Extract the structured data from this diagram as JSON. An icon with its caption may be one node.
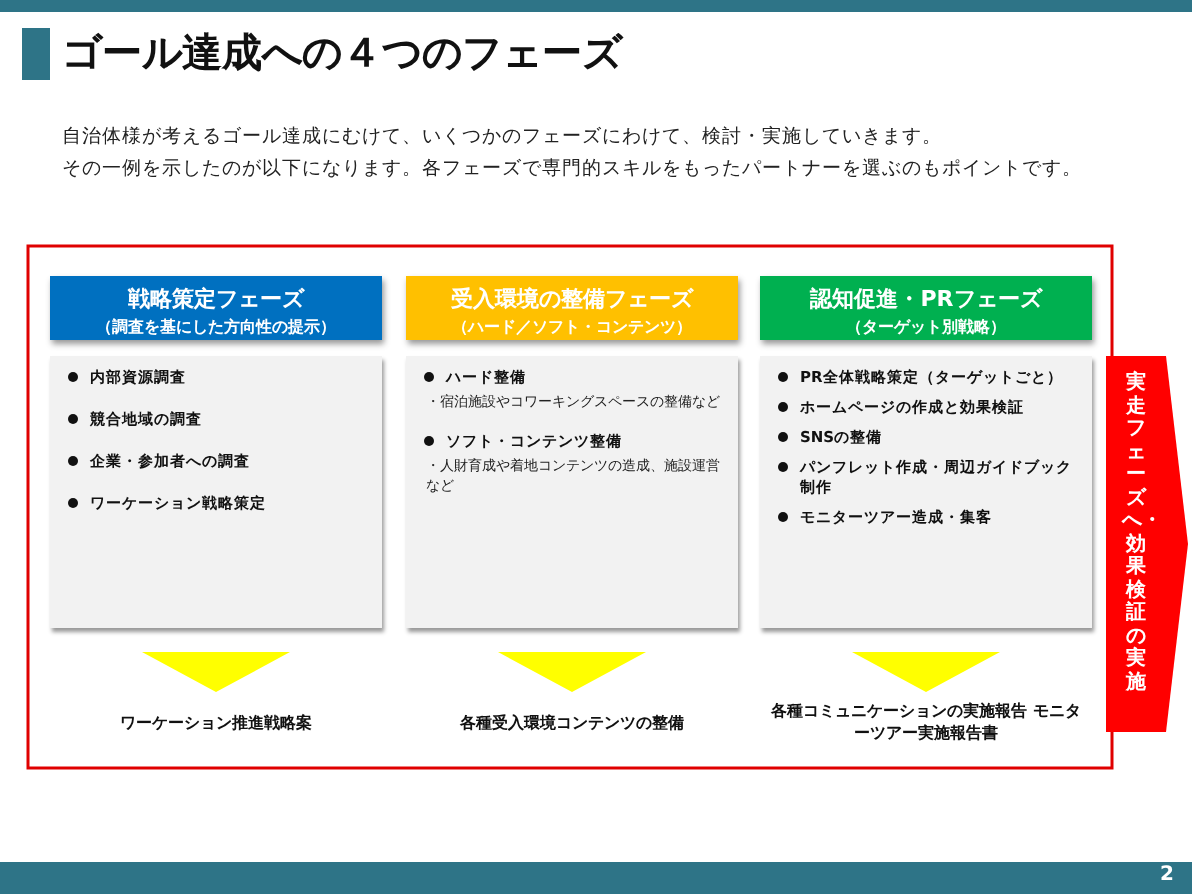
{
  "diagram": {
    "title": "ゴール達成への４つのフェーズ",
    "nodes": [
      {
        "text": [
          "戦略策定フェーズ",
          "（調査を基にした方向性の提示）"
        ]
      },
      {
        "text": [
          "内部資源調査",
          "競合地域の調査",
          "企業・参加者への調査",
          "ワーケーション戦略策定"
        ]
      },
      {
        "text": [
          "ワーケーション推進戦略案"
        ]
      },
      {
        "text": [
          "受入環境の整備フェーズ",
          "（ハード／ソフト・コンテンツ）"
        ]
      },
      {
        "text": [
          "ハード整備",
          "・宿泊施設やコワーキングスペースの整備など",
          "ソフト・コンテンツ整備",
          "・人財育成や着地コンテンツの造成、施設運営など"
        ]
      },
      {
        "text": [
          "各種受入環境コンテンツの整備"
        ]
      },
      {
        "text": [
          "認知促進・PRフェーズ",
          "（ターゲット別戦略）"
        ]
      },
      {
        "text": [
          "PR全体戦略策定（ターゲットごと）",
          "ホームページの作成と効果検証",
          "SNSの整備",
          "パンフレット作成・周辺ガイドブック制作",
          "モニターツアー造成・集客"
        ]
      },
      {
        "text": [
          "各種コミュニケーションの実施報告 モニターツアー実施報告書"
        ]
      },
      {
        "text": [
          "実走フェーズへ・効果検証の実施"
        ]
      }
    ],
    "edges": [
      {
        "from": 1,
        "to": 2,
        "arrow": "to"
      },
      {
        "from": 4,
        "to": 5,
        "arrow": "to"
      },
      {
        "from": 7,
        "to": 8,
        "arrow": "to"
      }
    ],
    "labels": [
      "自治体様が考えるゴール達成にむけて、いくつかのフェーズにわけて、検討・実施していきます。",
      "その一例を示したのが以下になります。各フェーズで専門的スキルをもったパートナーを選ぶのもポイントです。",
      "2"
    ]
  }
}
